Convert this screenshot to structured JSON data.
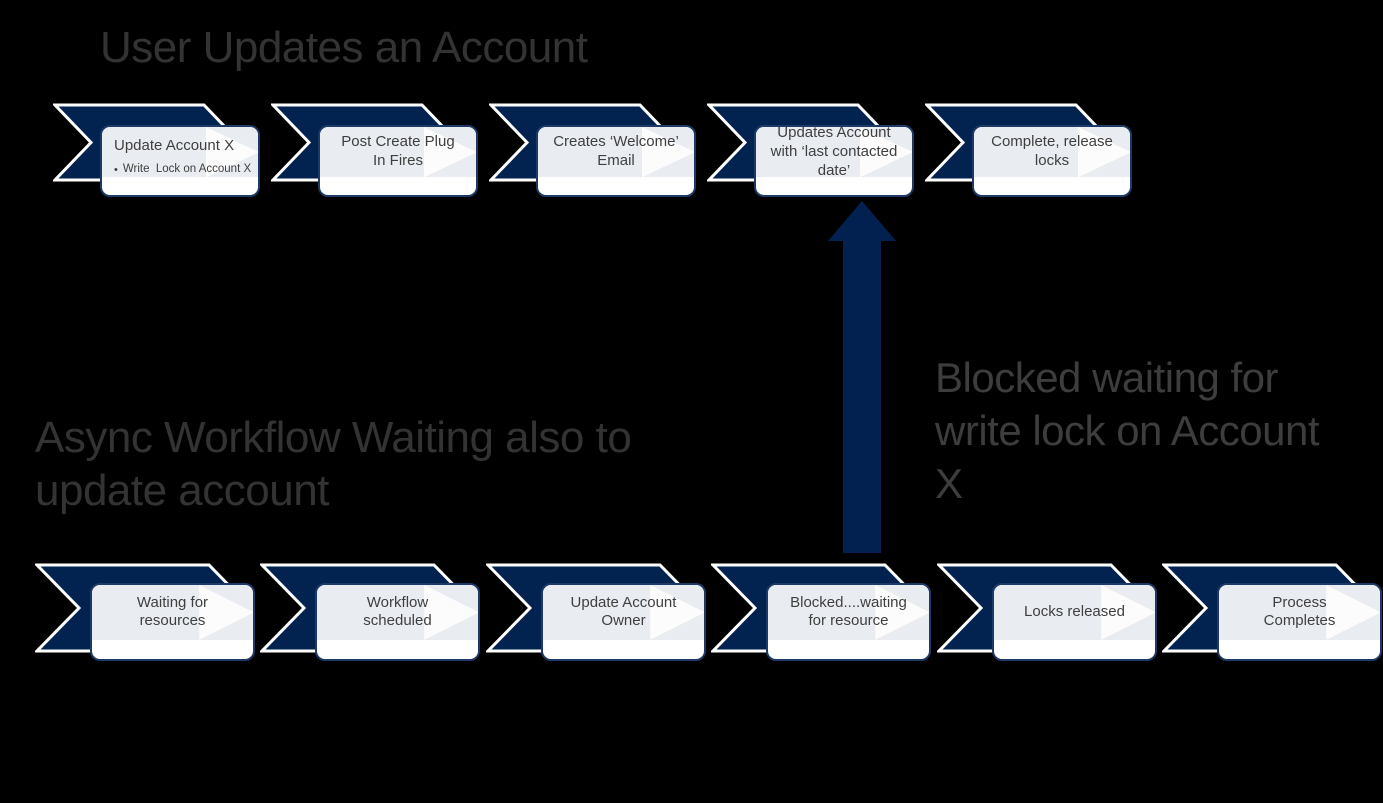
{
  "colors": {
    "background": "#000000",
    "chevron_fill": "#02234f",
    "chevron_outline": "#ffffff",
    "box_border": "#1d3a66",
    "box_band": "#e9ecf1",
    "box_background": "#ffffff",
    "box_text": "#3f3f3f",
    "heading_text": "#333333",
    "annotation_text": "#3d3d3d",
    "blocked_arrow": "#032150"
  },
  "headings": {
    "user_flow": "User Updates an Account",
    "async_flow": "Async Workflow Waiting also to update account",
    "blocked_note": "Blocked waiting for write lock on Account X"
  },
  "user_flow_steps": [
    {
      "title": "Update Account X",
      "bullet_marker": "•",
      "bullet": "Write  Lock on Account X"
    },
    {
      "label": "Post Create Plug In Fires"
    },
    {
      "label": "Creates ‘Welcome’ Email"
    },
    {
      "label": "Updates Account with ‘last contacted date’"
    },
    {
      "label": "Complete, release locks"
    }
  ],
  "async_flow_steps": [
    {
      "label": "Waiting for resources"
    },
    {
      "label": "Workflow scheduled"
    },
    {
      "label": "Update Account Owner"
    },
    {
      "label": "Blocked....waiting for resource"
    },
    {
      "label": "Locks released"
    },
    {
      "label": "Process Completes"
    }
  ]
}
